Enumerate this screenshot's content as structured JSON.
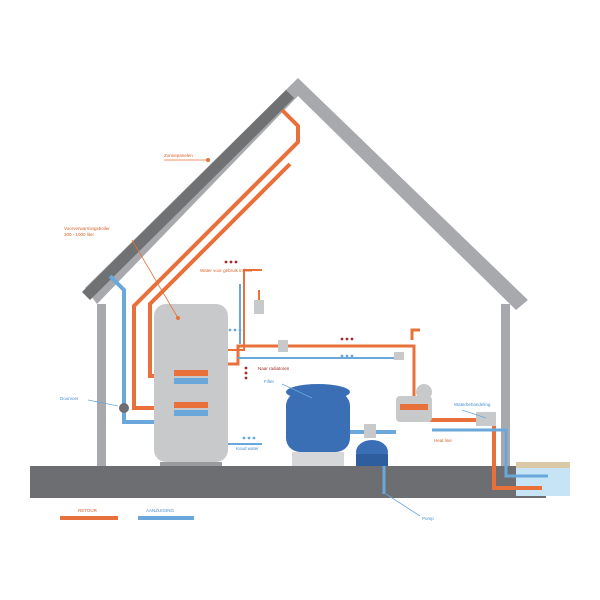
{
  "colors": {
    "orange": "#e8703a",
    "blue": "#6aa8dc",
    "wall": "#a7a9ac",
    "roof": "#707173",
    "ground": "#6d6e71",
    "tank": "#c8c9cb",
    "filter": "#3a6fb5",
    "pool": "#c6e4f5",
    "sand": "#d9c9a6",
    "label_orange": "#d9602a",
    "label_blue": "#4a8fcf",
    "dark_red": "#a32a2a"
  },
  "labels": {
    "zonnepanelen": "Zonnepanelen",
    "boiler_line1": "Voorverwarmingsboiler",
    "boiler_line2": "300 - 1000 liter",
    "hot_water": "Water voor gebruik in huis",
    "radiators": "Naar radiatoren",
    "filter": "Filter",
    "doorvoer": "Doorvoer",
    "waterbehandeling": "Waterbehandeling",
    "heat_line": "Heat line",
    "koud_water": "Koud water",
    "pomp": "Pomp"
  },
  "legend": {
    "retour": "RETOUR",
    "aanzuiging": "AANZUIGING"
  }
}
